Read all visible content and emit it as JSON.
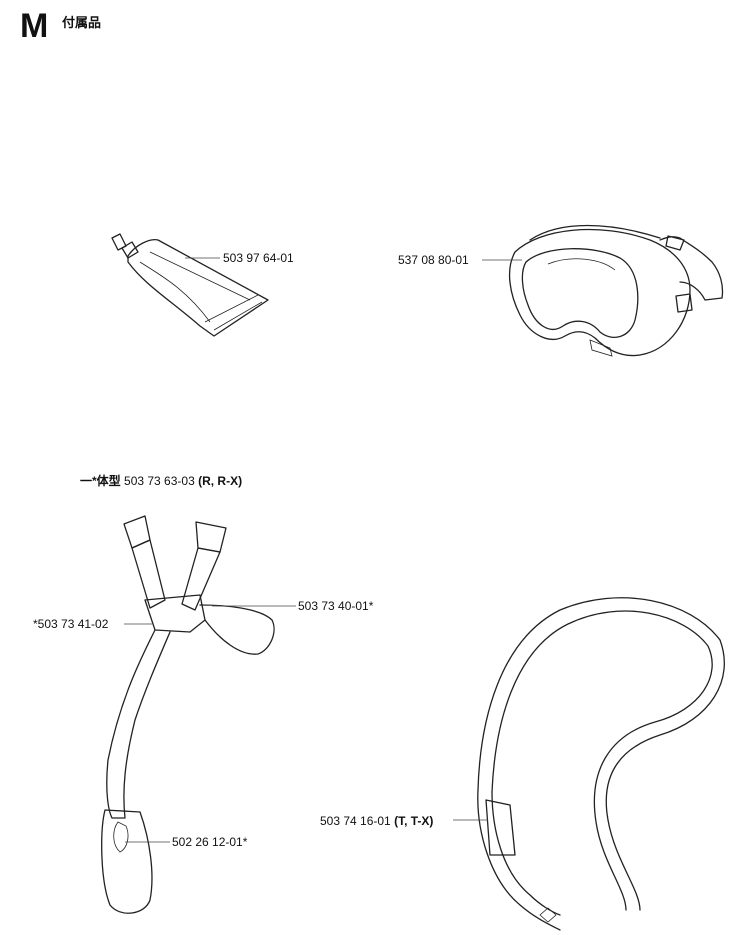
{
  "header": {
    "section_letter": "M",
    "section_title": "付属品"
  },
  "parts": {
    "grease_tube": {
      "number": "503 97 64-01"
    },
    "goggles": {
      "number": "537 08 80-01"
    },
    "harness_title": {
      "prefix": "一*体型",
      "number": "503 73 63-03",
      "variant": "(R, R-X)"
    },
    "harness_buckle": {
      "number": "*503 73 41-02"
    },
    "harness_strap": {
      "number": "503 73 40-01*"
    },
    "harness_hook": {
      "number": "502 26 12-01*"
    },
    "shoulder_strap": {
      "number": "503 74 16-01",
      "variant": "(T, T-X)"
    }
  }
}
